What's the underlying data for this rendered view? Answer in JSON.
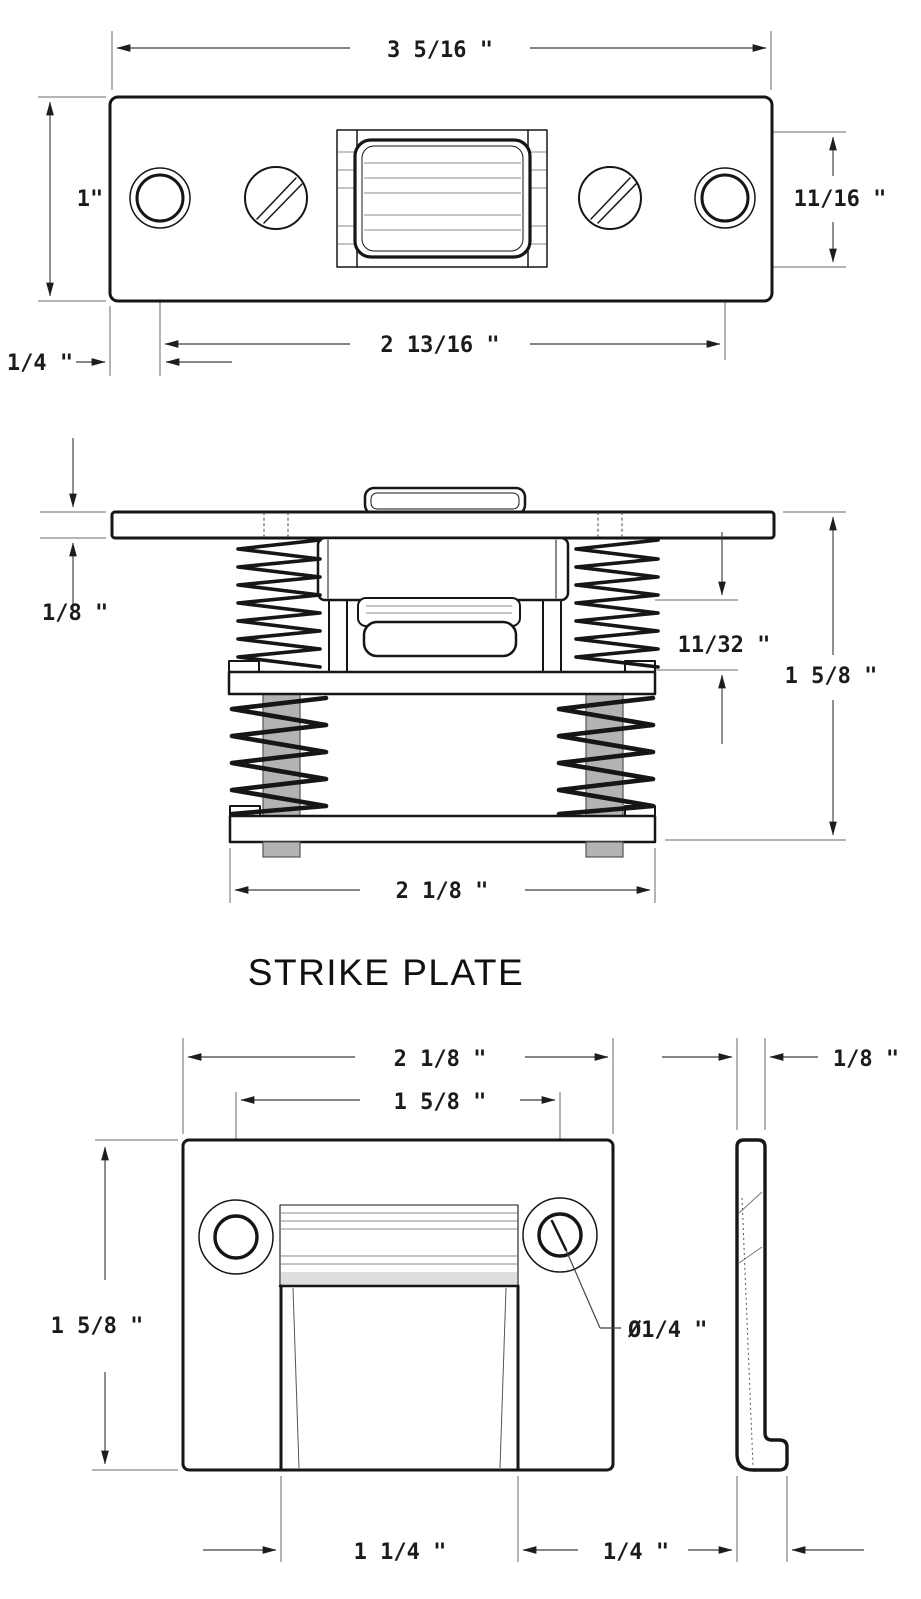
{
  "drawing_title": "STRIKE PLATE",
  "top_view": {
    "overall_width": "3 5/16 \"",
    "plate_height": "1\"",
    "roller_opening_height": "11/16 \"",
    "screw_hole_spacing": "2 13/16 \"",
    "edge_to_hole": "1/4 \""
  },
  "side_view": {
    "plate_thickness": "1/8 \"",
    "roller_to_bracket_gap": "11/32 \"",
    "overall_height": "1 5/8 \"",
    "mechanism_width": "2 1/8 \""
  },
  "strike_plate": {
    "overall_width": "2 1/8 \"",
    "hole_spacing": "1 5/8 \"",
    "overall_height": "1 5/8 \"",
    "hole_diameter": "Ø1/4 \"",
    "plate_thickness": "1/8 \"",
    "opening_width": "1 1/4 \"",
    "lip_depth": "1/4 \""
  },
  "colors": {
    "line": "#161616",
    "dimension": "#3f3f3f",
    "shading": "#b3b3b3",
    "background": "#ffffff"
  }
}
